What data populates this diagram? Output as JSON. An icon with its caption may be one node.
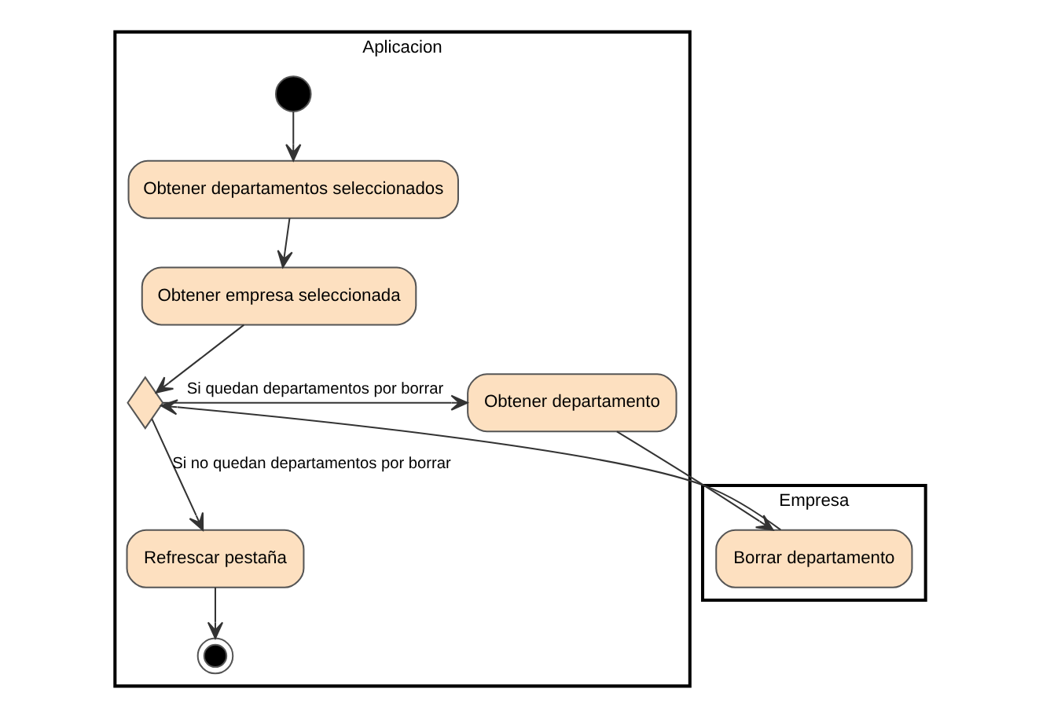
{
  "diagram": {
    "nodes": [
      {
        "text": [
          "Aplicacion"
        ]
      },
      {
        "text": [
          "Empresa"
        ]
      },
      {
        "text": [],
        "shape": "circle",
        "in": 0
      },
      {
        "text": [
          "Obtener departamentos seleccionados"
        ],
        "in": 0
      },
      {
        "text": [
          "Obtener empresa seleccionada"
        ],
        "in": 0
      },
      {
        "text": [],
        "shape": "diamond",
        "in": 0
      },
      {
        "text": [
          "Obtener departamento"
        ],
        "in": 0
      },
      {
        "text": [
          "Refrescar pestaña"
        ],
        "in": 0
      },
      {
        "text": [],
        "shape": "bullseye",
        "in": 0
      },
      {
        "text": [
          "Borrar departamento"
        ],
        "in": 1
      }
    ],
    "edges": [
      {
        "from": 2,
        "to": 3,
        "arrow": "to"
      },
      {
        "from": 3,
        "to": 4,
        "arrow": "to"
      },
      {
        "from": 4,
        "to": 5,
        "arrow": "to"
      },
      {
        "from": 5,
        "to": 6,
        "arrow": "to",
        "label": "Si quedan departamentos por borrar"
      },
      {
        "from": 6,
        "to": 9,
        "arrow": "to"
      },
      {
        "from": 9,
        "to": 5,
        "arrow": "to"
      },
      {
        "from": 5,
        "to": 7,
        "arrow": "to",
        "label": "Si no quedan departamentos por borrar"
      },
      {
        "from": 7,
        "to": 8,
        "arrow": "to"
      }
    ]
  }
}
